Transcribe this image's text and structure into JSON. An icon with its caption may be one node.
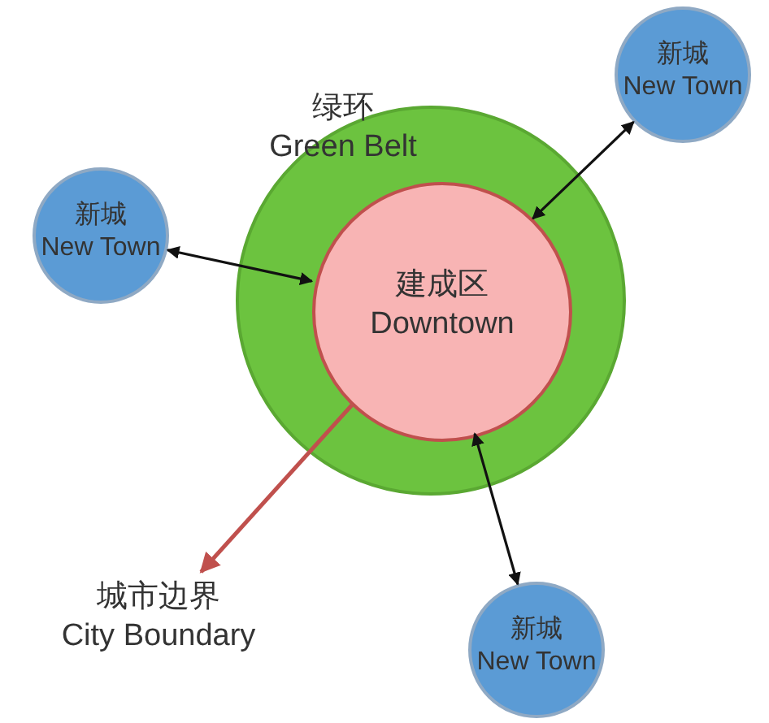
{
  "diagram": {
    "nodes": [
      {
        "text": [
          "新城",
          "New Town"
        ]
      },
      {
        "text": [
          "绿环",
          "Green Belt"
        ]
      },
      {
        "text": [
          "新城",
          "New Town"
        ]
      },
      {
        "text": [
          "建成区",
          "Downtown"
        ],
        "in": 1
      },
      {
        "text": [
          "城市边界",
          "City Boundary"
        ]
      },
      {
        "text": [
          "新城",
          "New Town"
        ]
      }
    ],
    "edges": [
      {
        "from": 0,
        "to": 3,
        "arrow": "both"
      },
      {
        "from": 2,
        "to": 3,
        "arrow": "both"
      },
      {
        "from": 3,
        "to": 4,
        "arrow": "to",
        "color": "#c0504d"
      },
      {
        "from": 5,
        "to": 3,
        "arrow": "both"
      }
    ]
  }
}
